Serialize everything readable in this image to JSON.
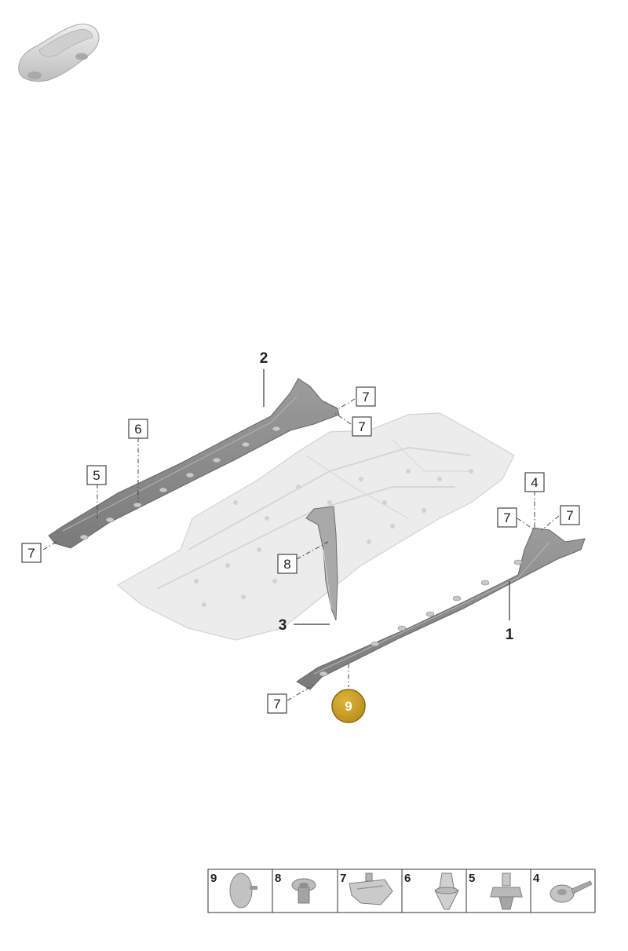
{
  "parts": {
    "p1": "1",
    "p2": "2",
    "p3": "3",
    "p4": "4",
    "p5": "5",
    "p6": "6",
    "p7": "7",
    "p8": "8"
  },
  "highlight": {
    "number": "9",
    "color": "#c9a227"
  },
  "legend": [
    {
      "number": "9",
      "icon": "cap-clip-icon"
    },
    {
      "number": "8",
      "icon": "push-rivet-icon"
    },
    {
      "number": "7",
      "icon": "spring-nut-icon"
    },
    {
      "number": "6",
      "icon": "expanding-clip-icon"
    },
    {
      "number": "5",
      "icon": "fastening-clip-icon"
    },
    {
      "number": "4",
      "icon": "tapping-screw-icon"
    }
  ]
}
